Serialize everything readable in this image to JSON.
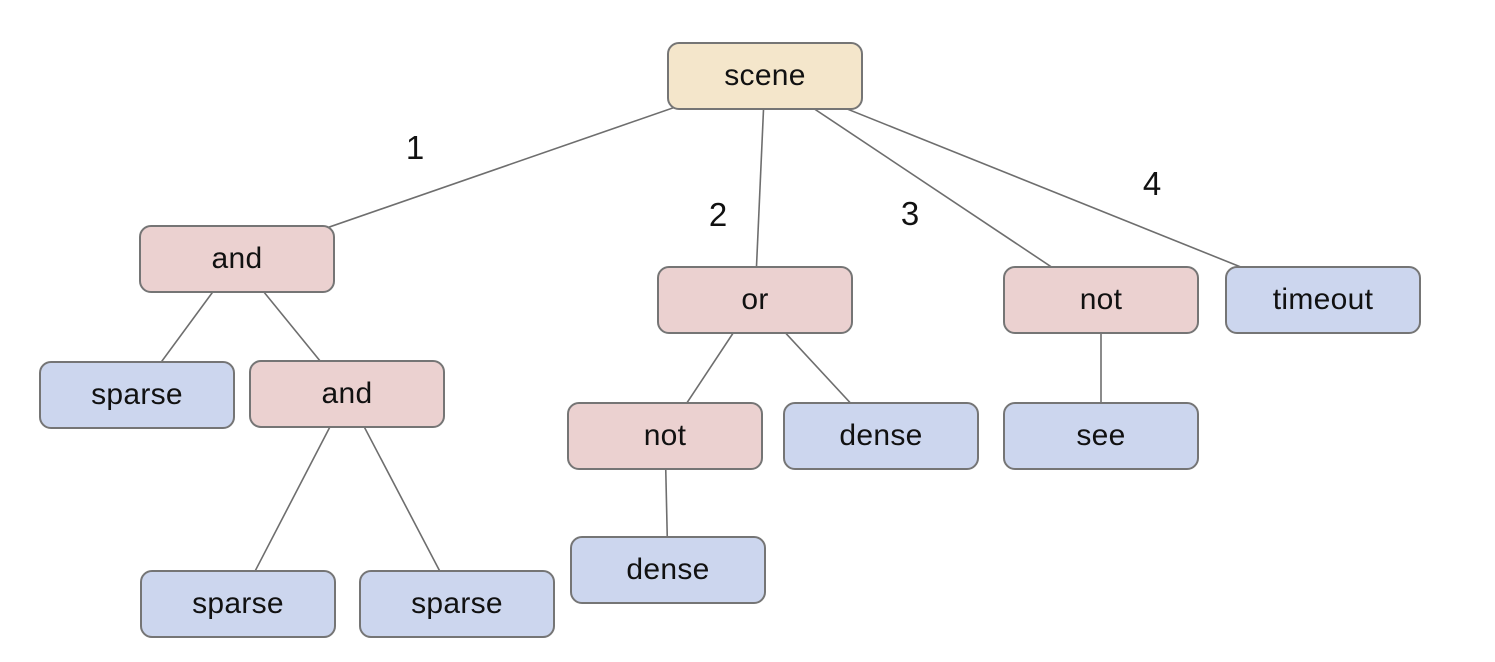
{
  "diagram": {
    "description": "behavior-tree of scene with numbered branches",
    "colors": {
      "root_fill": "#f4e6cb",
      "operator_fill": "#ebd1d0",
      "leaf_fill": "#ccd6ee",
      "border": "#757575",
      "edge": "#6e6e6e",
      "text": "#111111",
      "background": "#ffffff"
    },
    "nodes": [
      {
        "id": "scene",
        "label": "scene",
        "type": "root"
      },
      {
        "id": "and1",
        "label": "and",
        "type": "operator"
      },
      {
        "id": "or1",
        "label": "or",
        "type": "operator"
      },
      {
        "id": "not1",
        "label": "not",
        "type": "operator"
      },
      {
        "id": "timeout",
        "label": "timeout",
        "type": "leaf"
      },
      {
        "id": "sparse1",
        "label": "sparse",
        "type": "leaf"
      },
      {
        "id": "and2",
        "label": "and",
        "type": "operator"
      },
      {
        "id": "not2",
        "label": "not",
        "type": "operator"
      },
      {
        "id": "dense1",
        "label": "dense",
        "type": "leaf"
      },
      {
        "id": "see1",
        "label": "see",
        "type": "leaf"
      },
      {
        "id": "sparse2",
        "label": "sparse",
        "type": "leaf"
      },
      {
        "id": "sparse3",
        "label": "sparse",
        "type": "leaf"
      },
      {
        "id": "dense2",
        "label": "dense",
        "type": "leaf"
      }
    ],
    "edges": [
      {
        "from": "scene",
        "to": "and1",
        "label": "1"
      },
      {
        "from": "scene",
        "to": "or1",
        "label": "2"
      },
      {
        "from": "scene",
        "to": "not1",
        "label": "3"
      },
      {
        "from": "scene",
        "to": "timeout",
        "label": "4"
      },
      {
        "from": "and1",
        "to": "sparse1",
        "label": ""
      },
      {
        "from": "and1",
        "to": "and2",
        "label": ""
      },
      {
        "from": "and2",
        "to": "sparse2",
        "label": ""
      },
      {
        "from": "and2",
        "to": "sparse3",
        "label": ""
      },
      {
        "from": "or1",
        "to": "not2",
        "label": ""
      },
      {
        "from": "or1",
        "to": "dense1",
        "label": ""
      },
      {
        "from": "not2",
        "to": "dense2",
        "label": ""
      },
      {
        "from": "not1",
        "to": "see1",
        "label": ""
      }
    ]
  }
}
